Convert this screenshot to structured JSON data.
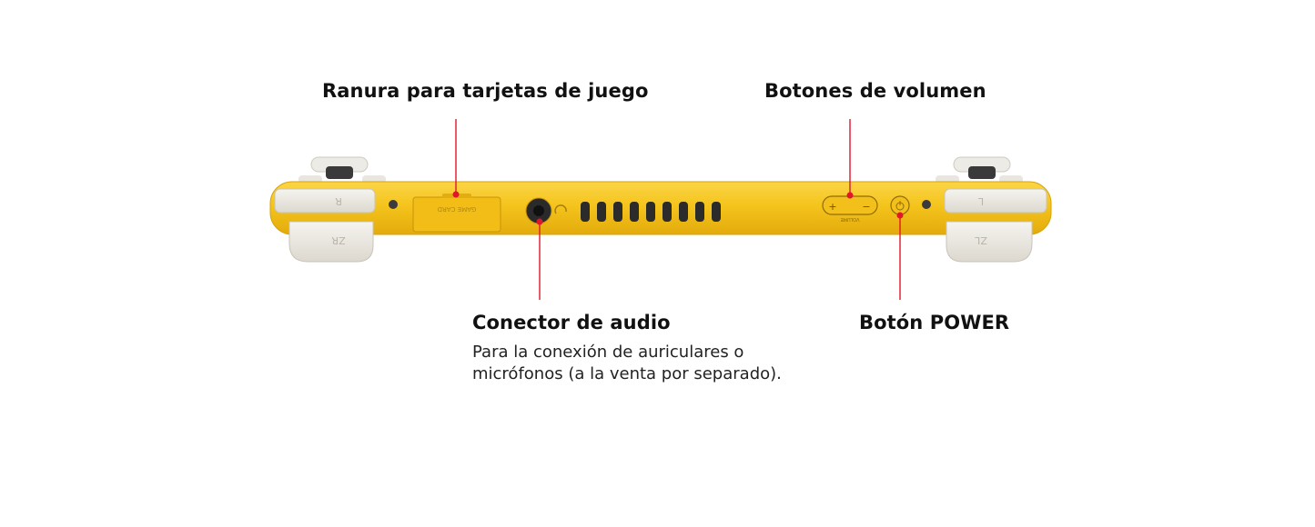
{
  "callouts": {
    "game_card_slot": {
      "title": "Ranura para tarjetas de juego"
    },
    "volume_buttons": {
      "title": "Botones de volumen"
    },
    "audio_jack": {
      "title": "Conector de audio",
      "description_line1": "Para la conexión de auriculares o",
      "description_line2": "micrófonos (a la venta por separado)."
    },
    "power_button": {
      "title": "Botón POWER"
    }
  },
  "device": {
    "body_color": "#f5c41c",
    "button_color": "#eeebe4",
    "callout_line_color": "#e0162b",
    "printed_labels": {
      "left_bumper": "R",
      "left_trigger": "ZR",
      "right_bumper": "L",
      "right_trigger": "ZL",
      "game_card": "GAME CARD",
      "volume": "VOLUME",
      "volume_plus": "+",
      "volume_minus": "−"
    }
  }
}
